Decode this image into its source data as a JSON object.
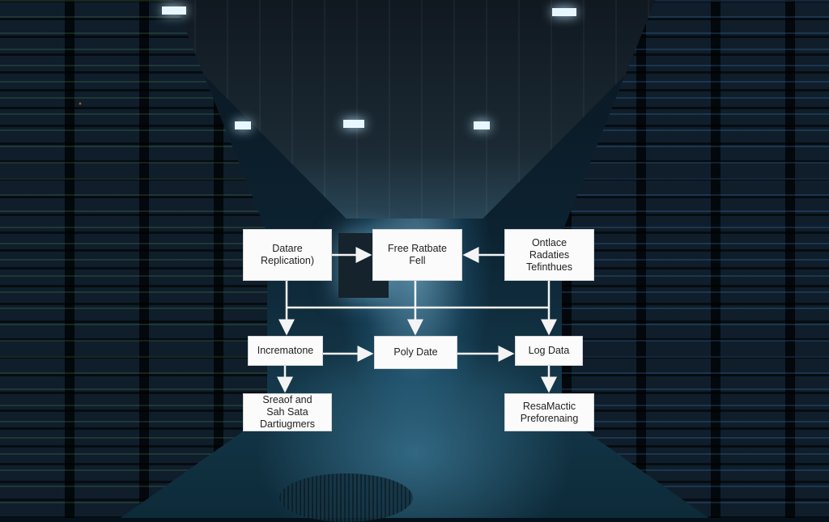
{
  "diagram": {
    "nodes": [
      {
        "id": "n1",
        "label": "Datare\nReplication)"
      },
      {
        "id": "n2",
        "label": "Free Ratbate\nFell"
      },
      {
        "id": "n3",
        "label": "Ontlace\nRadaties\nTefinthues"
      },
      {
        "id": "n4",
        "label": "Incrematone"
      },
      {
        "id": "n5",
        "label": "Poly Date"
      },
      {
        "id": "n6",
        "label": "Log Data"
      },
      {
        "id": "n7",
        "label": "Sreaof and\nSah Sata\nDartiugmers"
      },
      {
        "id": "n8",
        "label": "ResaMactic\nPreforenaing"
      }
    ],
    "edges": [
      [
        "n1",
        "n2"
      ],
      [
        "n3",
        "n2"
      ],
      [
        "n1",
        "n4"
      ],
      [
        "n2",
        "n5"
      ],
      [
        "n3",
        "n6"
      ],
      [
        "n4",
        "n5"
      ],
      [
        "n5",
        "n6"
      ],
      [
        "n4",
        "n7"
      ],
      [
        "n6",
        "n8"
      ]
    ]
  }
}
